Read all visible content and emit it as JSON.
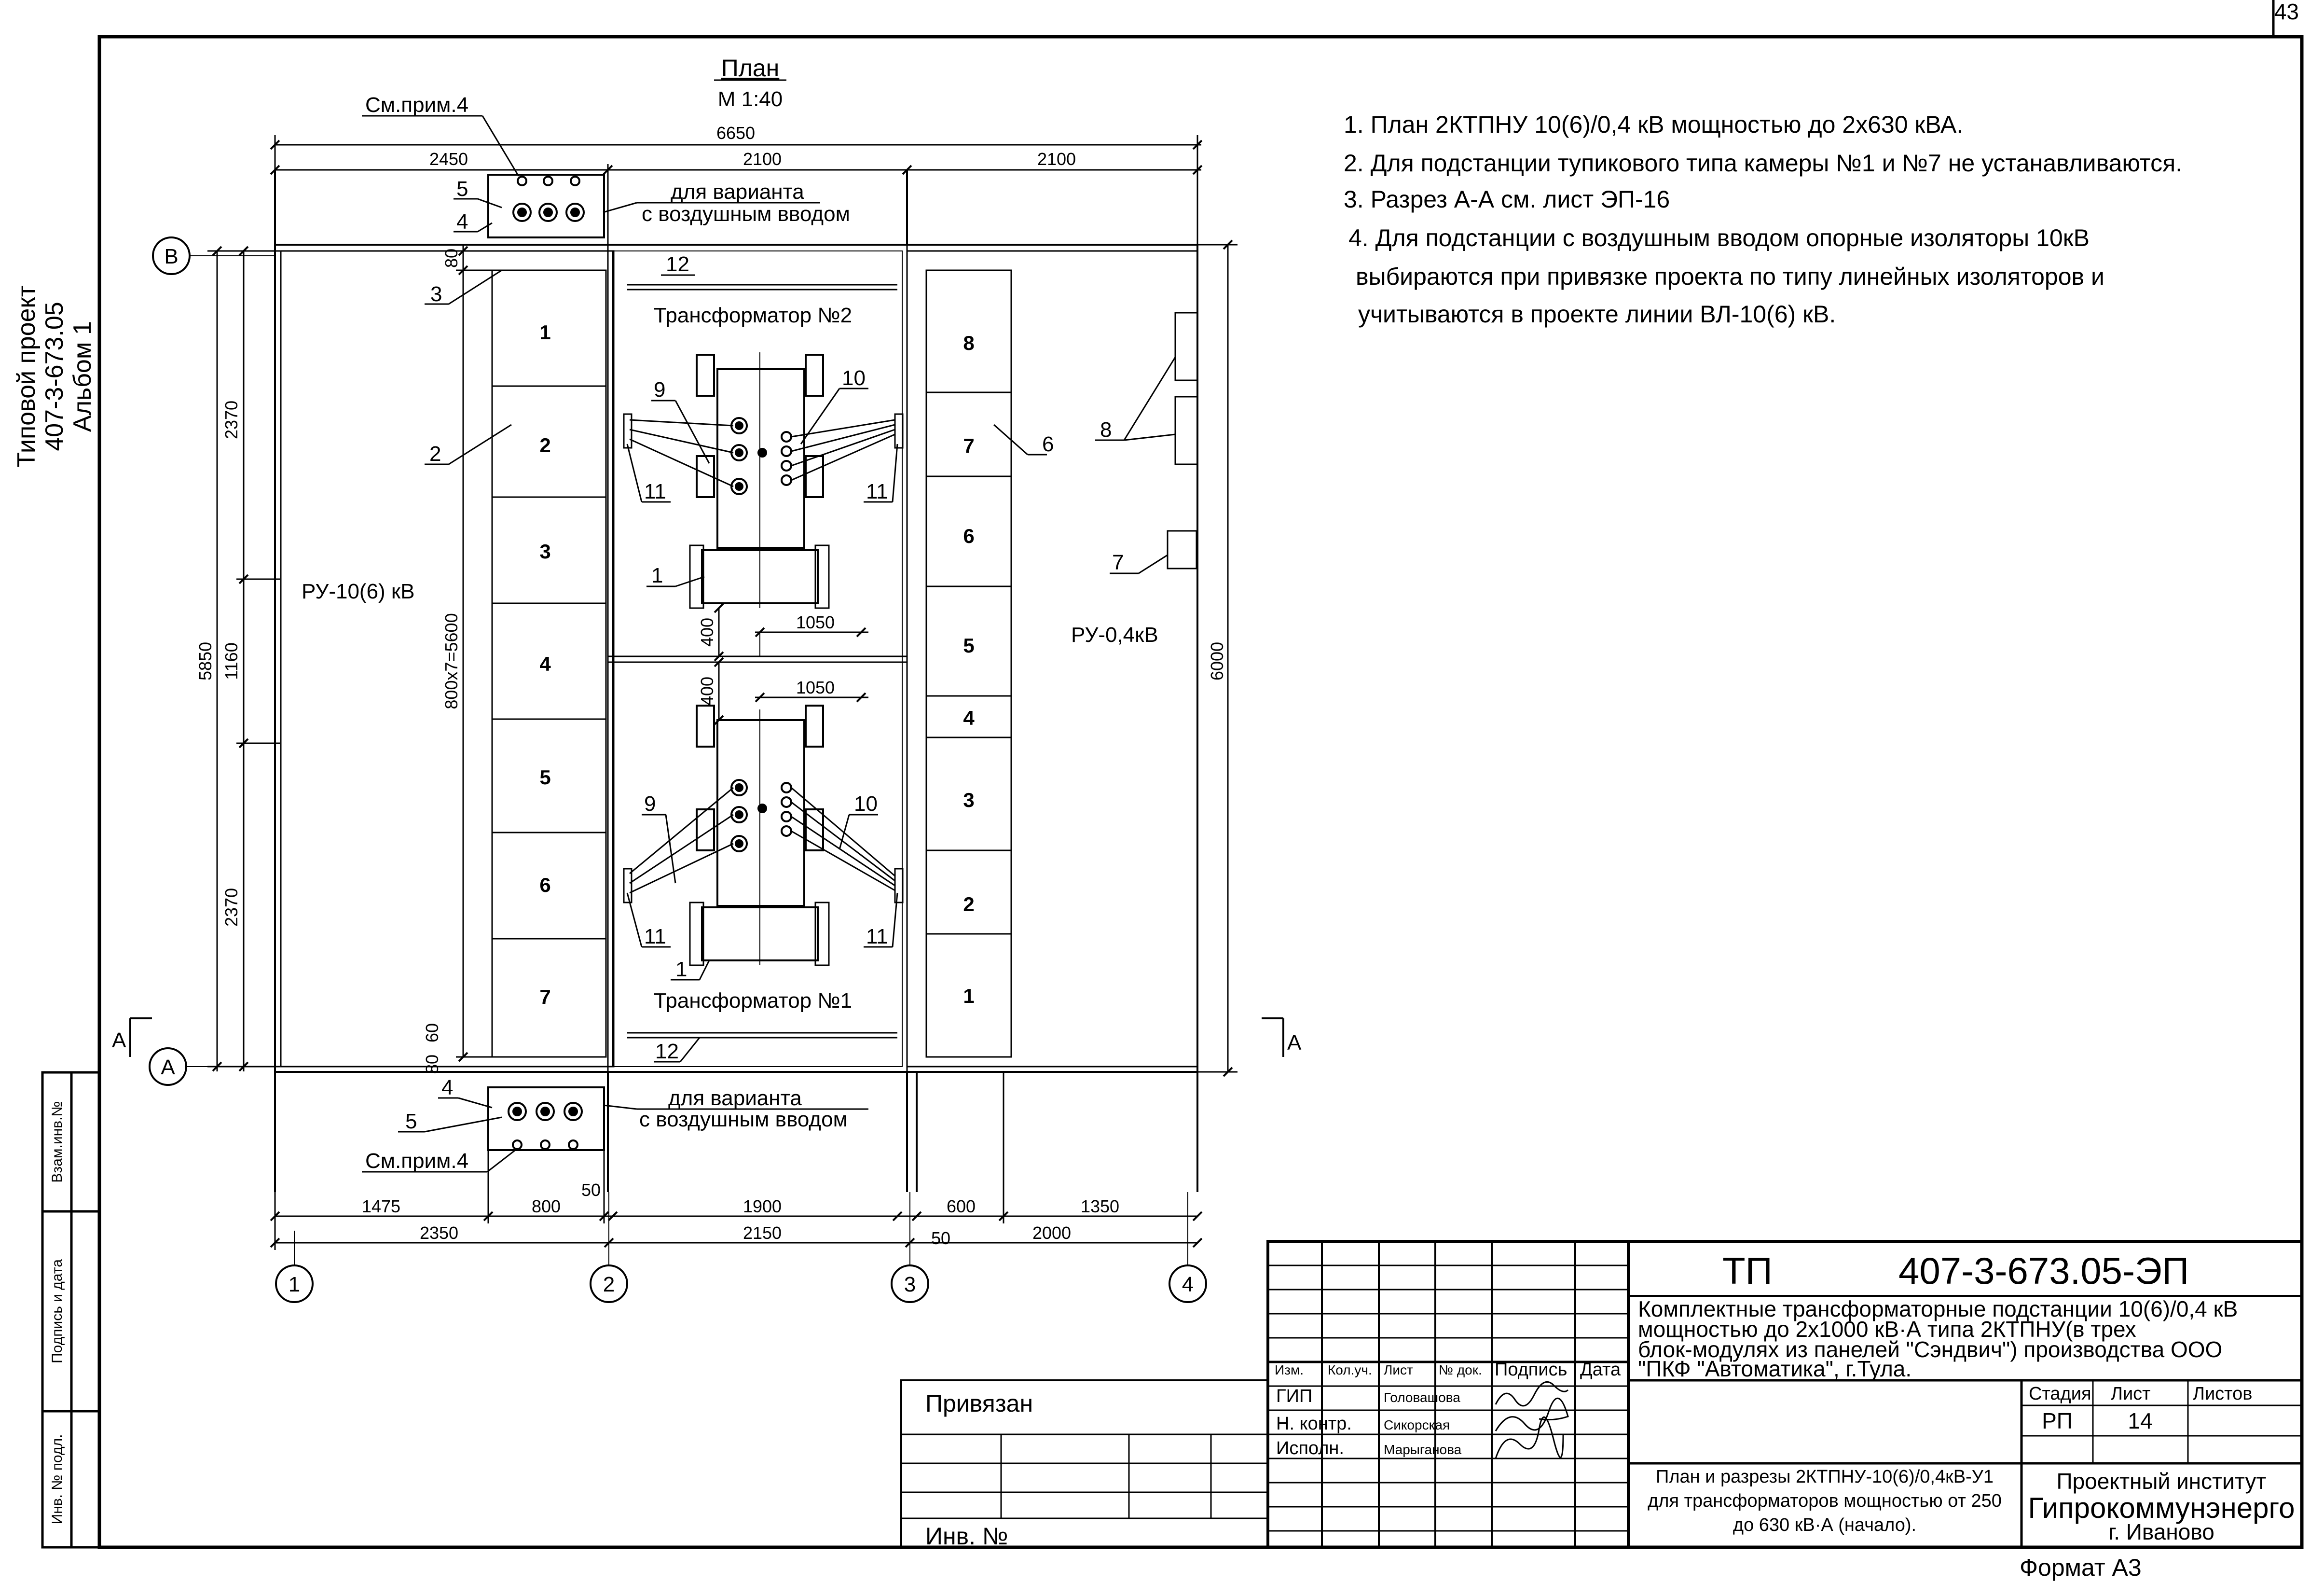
{
  "page_number": "43",
  "plan": {
    "title": "План",
    "scale": "М 1:40"
  },
  "side_stamp": {
    "line1": "Типовой проект",
    "line2": "407-3-673.05",
    "line3": "Альбом 1"
  },
  "side_boxes": {
    "vzam": "Взам.инв.№",
    "podpis": "Подпись и дата",
    "inv": "Инв. № подл."
  },
  "notes": [
    "1. План 2КТПНУ 10(6)/0,4 кВ мощностью до 2х630 кВА.",
    "2. Для подстанции тупикового типа камеры №1 и №7 не устанавливаются.",
    "3. Разрез А-А см. лист ЭП-16",
    "4. Для подстанции с воздушным вводом опорные изоляторы 10кВ",
    "выбираются при привязке проекта по типу линейных изоляторов и",
    "учитываются в проекте линии ВЛ-10(6) кВ."
  ],
  "labels": {
    "ru10": "РУ-10(6) кВ",
    "ru04": "РУ-0,4кВ",
    "tr2": "Трансформатор №2",
    "tr1": "Трансформатор №1",
    "variant_top_1": "для варианта",
    "variant_top_2": "с воздушным вводом",
    "variant_bot_1": "для варианта",
    "variant_bot_2": "с воздушным вводом",
    "see_note_top": "См.прим.4",
    "see_note_bot": "См.прим.4",
    "axis_b": "В",
    "axis_a": "А",
    "section_left": "А",
    "section_right": "А",
    "axis_1": "1",
    "axis_2": "2",
    "axis_3": "3",
    "axis_4": "4"
  },
  "callouts": {
    "c5_top": "5",
    "c4_top": "4",
    "c3": "3",
    "c2": "2",
    "c12_top": "12",
    "c9_top": "9",
    "c10_top": "10",
    "c11_tl": "11",
    "c11_tr": "11",
    "c1_top": "1",
    "c6": "6",
    "c8": "8",
    "c7": "7",
    "c9_bot": "9",
    "c10_bot": "10",
    "c11_bl": "11",
    "c11_br": "11",
    "c1_bot": "1",
    "c12_bot": "12",
    "c4_bot": "4",
    "c5_bot": "5"
  },
  "left_cells": [
    "1",
    "2",
    "3",
    "4",
    "5",
    "6",
    "7"
  ],
  "right_cells": [
    "8",
    "7",
    "6",
    "5",
    "4",
    "3",
    "2",
    "1"
  ],
  "dimensions": {
    "total_width": "6650",
    "top_2450": "2450",
    "top_2100a": "2100",
    "top_2100b": "2100",
    "left_2370a": "2370",
    "left_1160": "1160",
    "left_2370b": "2370",
    "left_5850": "5850",
    "inner_800x7": "800х7=5600",
    "d80_top": "80",
    "d60": "60",
    "d80_bot": "80",
    "d400a": "400",
    "d400b": "400",
    "d1050a": "1050",
    "d1050b": "1050",
    "right_6000": "6000",
    "b_1475": "1475",
    "b_800": "800",
    "b_50a": "50",
    "b_1900": "1900",
    "b_600": "600",
    "b_1350": "1350",
    "b_2350": "2350",
    "b_2150": "2150",
    "b_50b": "50",
    "b_2000": "2000"
  },
  "title_block": {
    "code_prefix": "ТП",
    "code": "407-3-673.05-ЭП",
    "desc_lines": [
      "Комплектные трансформаторные подстанции 10(6)/0,4 кВ",
      "мощностью до 2х1000 кВ·А типа 2КТПНУ(в трех",
      "блок-модулях из панелей \"Сэндвич\") производства ООО",
      "\"ПКФ \"Автоматика\", г.Тула."
    ],
    "header_cols": [
      "Изм.",
      "Кол.уч.",
      "Лист",
      "№ док.",
      "Подпись",
      "Дата"
    ],
    "roles": [
      "ГИП",
      "Н. контр.",
      "Исполн."
    ],
    "names": [
      "Головашова",
      "Сикорская",
      "Марыганова"
    ],
    "stage_hdr": "Стадия",
    "sheet_hdr": "Лист",
    "sheets_hdr": "Листов",
    "stage": "РП",
    "sheet": "14",
    "sheet_title_lines": [
      "План и разрезы 2КТПНУ-10(6)/0,4кВ-У1",
      "для трансформаторов мощностью от 250",
      "до 630 кВ·А (начало)."
    ],
    "org_line1": "Проектный институт",
    "org_line2": "Гипрокоммунэнерго",
    "org_line3": "г. Иваново",
    "privyazan": "Привязан",
    "inv_no": "Инв. №",
    "format": "Формат А3"
  }
}
